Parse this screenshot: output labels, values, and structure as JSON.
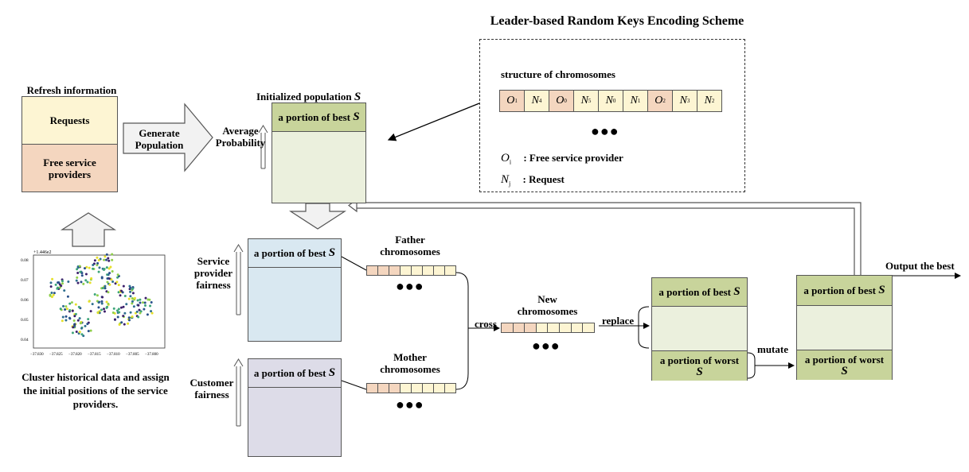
{
  "encoding_title": "Leader-based Random Keys Encoding Scheme",
  "structure_label": "structure of chromosomes",
  "chromosome": [
    {
      "letter": "O",
      "sub": "1",
      "type": "provider"
    },
    {
      "letter": "N",
      "sub": "4",
      "type": "request"
    },
    {
      "letter": "O",
      "sub": "0",
      "type": "provider"
    },
    {
      "letter": "N",
      "sub": "5",
      "type": "request"
    },
    {
      "letter": "N",
      "sub": "0",
      "type": "request"
    },
    {
      "letter": "N",
      "sub": "1",
      "type": "request"
    },
    {
      "letter": "O",
      "sub": "2",
      "type": "provider"
    },
    {
      "letter": "N",
      "sub": "3",
      "type": "request"
    },
    {
      "letter": "N",
      "sub": "2",
      "type": "request"
    }
  ],
  "ellipsis": "●●●",
  "legend": {
    "provider_symbol": "O",
    "provider_sub": "i",
    "provider_text": ": Free service provider",
    "request_symbol": "N",
    "request_sub": "j",
    "request_text": ": Request"
  },
  "refresh": {
    "title": "Refresh information",
    "requests": "Requests",
    "providers": "Free service providers"
  },
  "generate": "Generate Population",
  "avg_prob": "Average Probability",
  "init_pop": {
    "title": "Initialized population",
    "symbol": "S"
  },
  "portion_best": "a portion of best",
  "portion_worst": "a portion of worst",
  "s_symbol": "S",
  "service_fairness": "Service provider fairness",
  "customer_fairness": "Customer fairness",
  "father": "Father chromosomes",
  "mother": "Mother chromosomes",
  "new_chrom": "New chromosomes",
  "cross": "cross",
  "replace": "replace",
  "mutate": "mutate",
  "output": "Output the best",
  "cluster_caption": "Cluster historical data and assign the initial positions of the service providers.",
  "scatter": {
    "multiplier": "+1.446e2",
    "y_ticks": [
      "0.08",
      "0.07",
      "0.06",
      "0.05",
      "0.04"
    ],
    "x_ticks": [
      "−37.830",
      "−37.825",
      "−37.820",
      "−37.815",
      "−37.810",
      "−37.805",
      "−37.800"
    ]
  },
  "colors": {
    "requests": "#fdf5d3",
    "providers": "#f4d6bf",
    "best_green": "#c8d49b",
    "pop_body": "#ebf0dd",
    "service_blue": "#d9e8f1",
    "customer_purple": "#dddce8",
    "cell_provider": "#f4d6bf",
    "cell_request": "#fdf5d3"
  }
}
